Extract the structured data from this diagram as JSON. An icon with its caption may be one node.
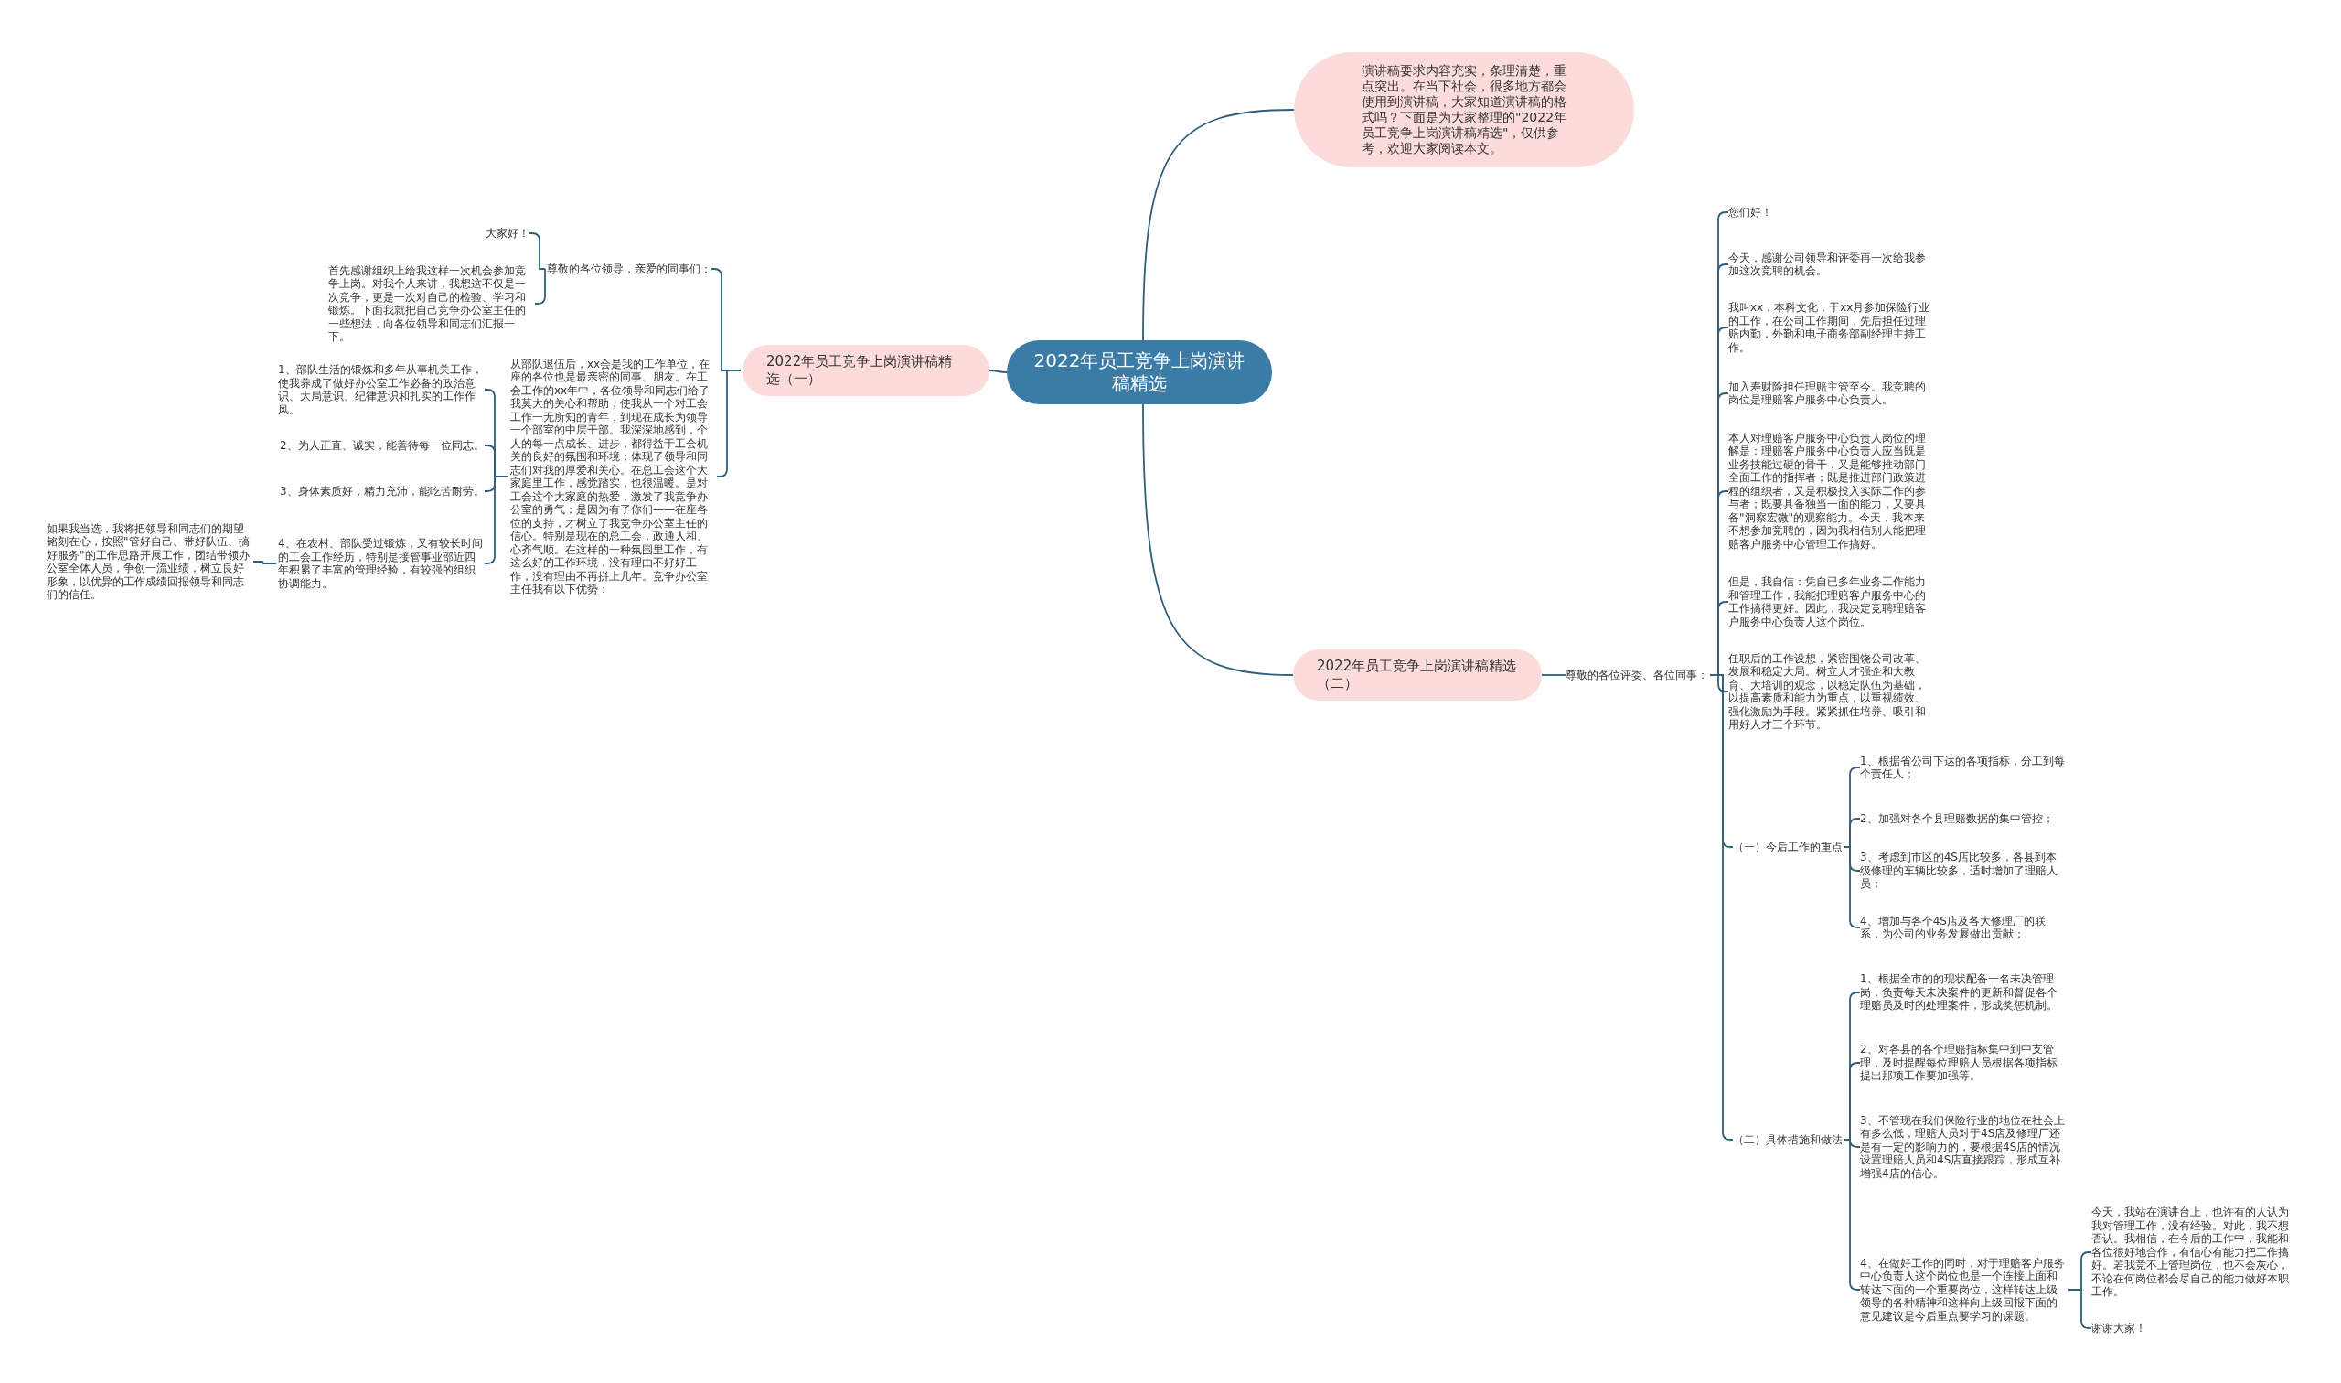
{
  "diagram": {
    "nodes": [
      {
        "text": [
          "2022年员工竞争上岗演讲稿精选"
        ]
      },
      {
        "text": [
          "演讲稿要求内容充实，条理清楚，重点突出。在当下社会，很多地方都会使用到演讲稿，大家知道演讲稿的格式吗？下面是为大家整理的\"2022年员工竞争上岗演讲稿精选\"，仅供参考，欢迎大家阅读本文。"
        ]
      },
      {
        "text": [
          "2022年员工竞争上岗演讲稿精选（一）"
        ]
      },
      {
        "text": [
          "尊敬的各位领导，亲爱的同事们："
        ]
      },
      {
        "text": [
          "大家好！"
        ]
      },
      {
        "text": [
          "首先感谢组织上给我这样一次机会参加竞争上岗。对我个人来讲，我想这不仅是一次竞争，更是一次对自己的检验、学习和锻炼。下面我就把自己竞争办公室主任的一些想法，向各位领导和同志们汇报一下。"
        ]
      },
      {
        "text": [
          "从部队退伍后，xx会是我的工作单位，在座的各位也是最亲密的同事、朋友。在工会工作的xx年中，各位领导和同志们给了我莫大的关心和帮助，使我从一个对工会工作一无所知的青年，到现在成长为领导一个部室的中层干部。我深深地感到，个人的每一点成长、进步，都得益于工会机关的良好的氛围和环境；体现了领导和同志们对我的厚爱和关心。在总工会这个大家庭里工作，感觉踏实，也很温暖。是对工会这个大家庭的热爱，激发了我竞争办公室的勇气；是因为有了你们——在座各位的支持，才树立了我竞争办公室主任的信心。特别是现在的总工会，政通人和、心齐气顺。在这样的一种氛围里工作，有这么好的工作环境，没有理由不好好工作，没有理由不再拼上几年。竞争办公室主任我有以下优势："
        ]
      },
      {
        "text": [
          "1、部队生活的锻炼和多年从事机关工作，使我养成了做好办公室工作必备的政治意识、大局意识、纪律意识和扎实的工作作风。"
        ]
      },
      {
        "text": [
          "2、为人正直、诚实，能善待每一位同志。"
        ]
      },
      {
        "text": [
          "3、身体素质好，精力充沛，能吃苦耐劳。"
        ]
      },
      {
        "text": [
          "4、在农村、部队受过锻炼，又有较长时间的工会工作经历，特别是接管事业部近四年积累了丰富的管理经验，有较强的组织协调能力。"
        ]
      },
      {
        "text": [
          "如果我当选，我将把领导和同志们的期望铭刻在心，按照\"管好自己、带好队伍、搞好服务\"的工作思路开展工作，团结带领办公室全体人员，争创一流业绩，树立良好形象，以优异的工作成绩回报领导和同志们的信任。"
        ]
      },
      {
        "text": [
          "2022年员工竞争上岗演讲稿精选（二）"
        ]
      },
      {
        "text": [
          "尊敬的各位评委、各位同事："
        ]
      },
      {
        "text": [
          "您们好！"
        ]
      },
      {
        "text": [
          "今天，感谢公司领导和评委再一次给我参加这次竞聘的机会。"
        ]
      },
      {
        "text": [
          "我叫xx，本科文化，于xx月参加保险行业的工作，在公司工作期间，先后担任过理赔内勤，外勤和电子商务部副经理主持工作。"
        ]
      },
      {
        "text": [
          "加入寿财险担任理赔主管至今。我竞聘的岗位是理赔客户服务中心负责人。"
        ]
      },
      {
        "text": [
          "本人对理赔客户服务中心负责人岗位的理解是：理赔客户服务中心负责人应当既是业务技能过硬的骨干，又是能够推动部门全面工作的指挥者；既是推进部门政策进程的组织者，又是积极投入实际工作的参与者；既要具备独当一面的能力，又要具备\"洞察宏微\"的观察能力。今天，我本来不想参加竞聘的，因为我相信别人能把理赔客户服务中心管理工作搞好。"
        ]
      },
      {
        "text": [
          "但是，我自信：凭自已多年业务工作能力和管理工作，我能把理赔客户服务中心的工作搞得更好。因此，我决定竞聘理赔客户服务中心负责人这个岗位。"
        ]
      },
      {
        "text": [
          "任职后的工作设想，紧密围饶公司改革、发展和稳定大局。树立人才强企和大教育、大培训的观念，以稳定队伍为基础，以提高素质和能力为重点，以重视绩效、强化激励为手段。紧紧抓住培养、吸引和用好人才三个环节。"
        ]
      },
      {
        "text": [
          "（一）今后工作的重点"
        ]
      },
      {
        "text": [
          "1、根据省公司下达的各项指标，分工到每个责任人；"
        ]
      },
      {
        "text": [
          "2、加强对各个县理赔数据的集中管控；"
        ]
      },
      {
        "text": [
          "3、考虑到市区的4S店比较多，各县到本级修理的车辆比较多，适时增加了理赔人员；"
        ]
      },
      {
        "text": [
          "4、增加与各个4S店及各大修理厂的联系，为公司的业务发展做出贡献；"
        ]
      },
      {
        "text": [
          "（二）具体措施和做法"
        ]
      },
      {
        "text": [
          "1、根据全市的的现状配备一名未决管理岗，负责每天未决案件的更新和督促各个理赔员及时的处理案件，形成奖惩机制。"
        ]
      },
      {
        "text": [
          "2、对各县的各个理赔指标集中到中支管理，及时提醒每位理赔人员根据各项指标提出那项工作要加强等。"
        ]
      },
      {
        "text": [
          "3、不管现在我们保险行业的地位在社会上有多么低，理赔人员对于4S店及修理厂还是有一定的影响力的，要根据4S店的情况设置理赔人员和4S店直接跟踪，形成互补增强4店的信心。"
        ]
      },
      {
        "text": [
          "4、在做好工作的同时，对于理赔客户服务中心负责人这个岗位也是一个连接上面和转达下面的一个重要岗位，这样转达上级领导的各种精神和这样向上级回报下面的意见建议是今后重点要学习的课题。"
        ]
      },
      {
        "text": [
          "今天，我站在演讲台上，也许有的人认为我对管理工作，没有经验。对此，我不想否认。我相信，在今后的工作中，我能和各位很好地合作，有信心有能力把工作搞好。若我竞不上管理岗位，也不会灰心，不论在何岗位都会尽自己的能力做好本职工作。"
        ]
      },
      {
        "text": [
          "谢谢大家！"
        ]
      }
    ],
    "edges": [
      {
        "from": 0,
        "to": 1,
        "arrow": "none"
      },
      {
        "from": 0,
        "to": 2,
        "arrow": "none"
      },
      {
        "from": 2,
        "to": 3,
        "arrow": "none"
      },
      {
        "from": 3,
        "to": 4,
        "arrow": "none"
      },
      {
        "from": 3,
        "to": 5,
        "arrow": "none"
      },
      {
        "from": 2,
        "to": 6,
        "arrow": "none"
      },
      {
        "from": 6,
        "to": 7,
        "arrow": "none"
      },
      {
        "from": 6,
        "to": 8,
        "arrow": "none"
      },
      {
        "from": 6,
        "to": 9,
        "arrow": "none"
      },
      {
        "from": 6,
        "to": 10,
        "arrow": "none"
      },
      {
        "from": 10,
        "to": 11,
        "arrow": "none"
      },
      {
        "from": 0,
        "to": 12,
        "arrow": "none"
      },
      {
        "from": 12,
        "to": 13,
        "arrow": "none"
      },
      {
        "from": 13,
        "to": 14,
        "arrow": "none"
      },
      {
        "from": 13,
        "to": 15,
        "arrow": "none"
      },
      {
        "from": 13,
        "to": 16,
        "arrow": "none"
      },
      {
        "from": 13,
        "to": 17,
        "arrow": "none"
      },
      {
        "from": 13,
        "to": 18,
        "arrow": "none"
      },
      {
        "from": 13,
        "to": 19,
        "arrow": "none"
      },
      {
        "from": 13,
        "to": 20,
        "arrow": "none"
      },
      {
        "from": 13,
        "to": 21,
        "arrow": "none"
      },
      {
        "from": 21,
        "to": 22,
        "arrow": "none"
      },
      {
        "from": 21,
        "to": 23,
        "arrow": "none"
      },
      {
        "from": 21,
        "to": 24,
        "arrow": "none"
      },
      {
        "from": 21,
        "to": 25,
        "arrow": "none"
      },
      {
        "from": 13,
        "to": 26,
        "arrow": "none"
      },
      {
        "from": 26,
        "to": 27,
        "arrow": "none"
      },
      {
        "from": 26,
        "to": 28,
        "arrow": "none"
      },
      {
        "from": 26,
        "to": 29,
        "arrow": "none"
      },
      {
        "from": 26,
        "to": 30,
        "arrow": "none"
      },
      {
        "from": 30,
        "to": 31,
        "arrow": "none"
      },
      {
        "from": 30,
        "to": 32,
        "arrow": "none"
      }
    ]
  }
}
